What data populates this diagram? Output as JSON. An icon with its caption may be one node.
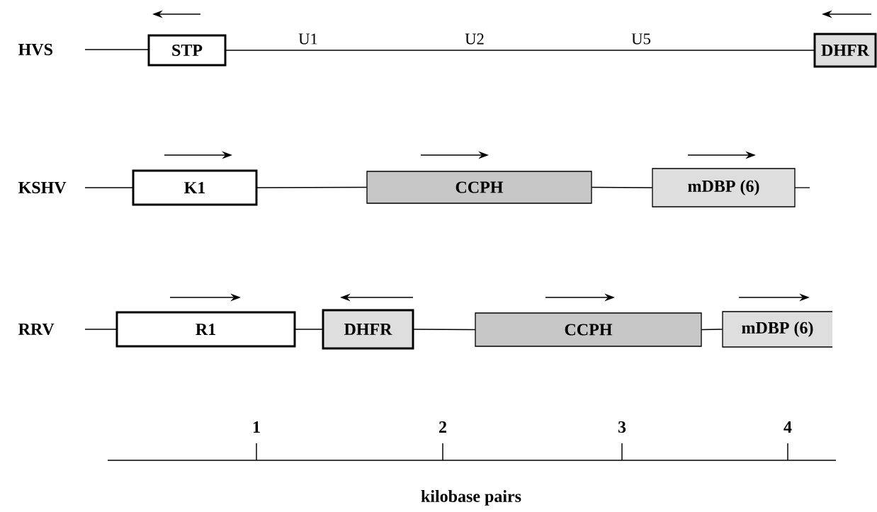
{
  "diagram": {
    "nodes": [
      {
        "text": [
          "STP"
        ]
      },
      {
        "text": [
          "DHFR"
        ]
      },
      {
        "text": [
          "K1"
        ]
      },
      {
        "text": [
          "CCPH"
        ]
      },
      {
        "text": [
          "mDBP (6)"
        ]
      },
      {
        "text": [
          "R1"
        ]
      },
      {
        "text": [
          "DHFR"
        ]
      },
      {
        "text": [
          "CCPH"
        ]
      },
      {
        "text": [
          "mDBP (6)"
        ]
      }
    ],
    "edges": [
      {
        "from": 0,
        "to": 1,
        "arrow": "none"
      },
      {
        "from": 2,
        "to": 3,
        "arrow": "none"
      },
      {
        "from": 3,
        "to": 4,
        "arrow": "none"
      },
      {
        "from": 5,
        "to": 6,
        "arrow": "none"
      },
      {
        "from": 6,
        "to": 7,
        "arrow": "none"
      },
      {
        "from": 7,
        "to": 8,
        "arrow": "none"
      }
    ],
    "labels": [
      "HVS",
      "U1",
      "U2",
      "U5",
      "KSHV",
      "RRV",
      "1",
      "2",
      "3",
      "4",
      "kilobase pairs"
    ]
  }
}
